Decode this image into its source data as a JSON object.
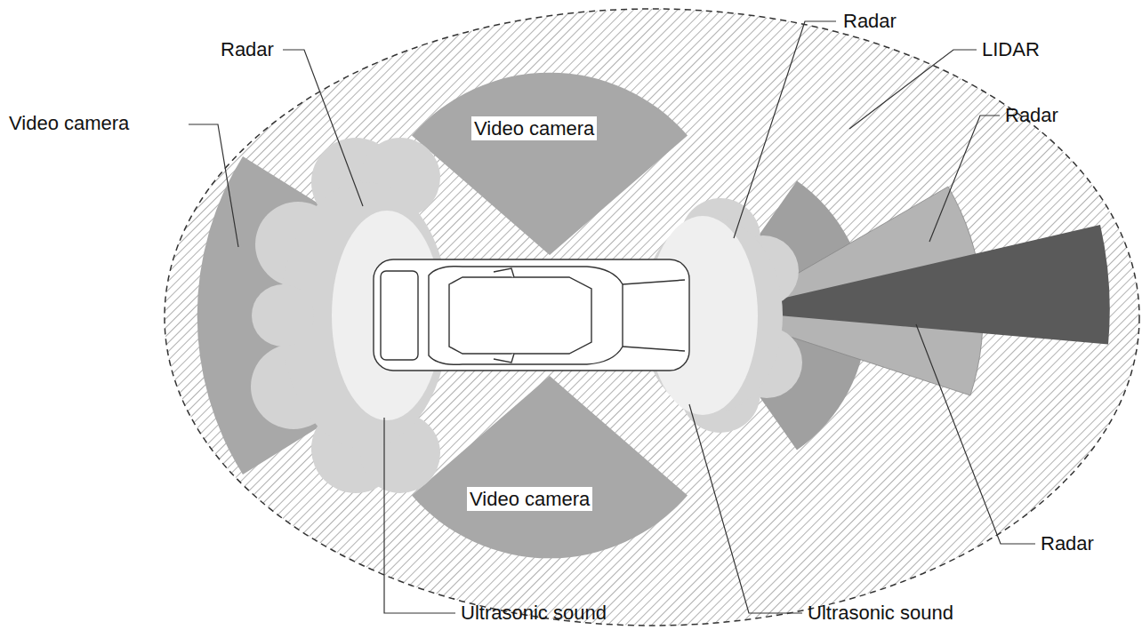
{
  "diagram": {
    "labels": [
      "Radar",
      "Radar",
      "LIDAR",
      "Video camera",
      "Radar",
      "Video camera",
      "Video camera",
      "Radar",
      "Ultrasonic sound",
      "Ultrasonic sound"
    ]
  }
}
